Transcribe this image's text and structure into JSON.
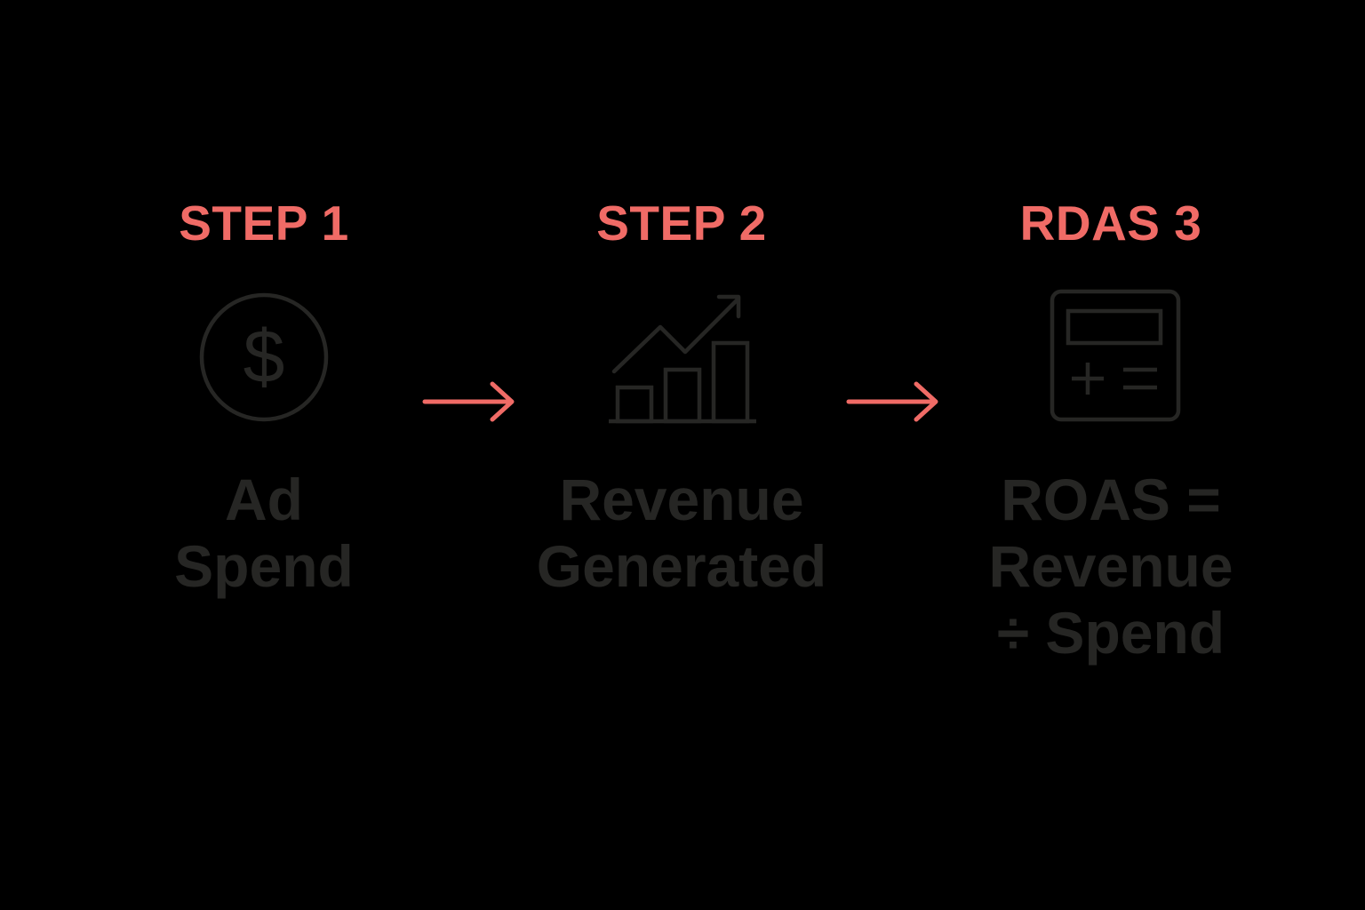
{
  "colors": {
    "background": "#000000",
    "accent": "#F06B66",
    "muted": "#262624"
  },
  "steps": [
    {
      "label": "STEP 1",
      "icon": "dollar-circle-icon",
      "text_lines": [
        "Ad",
        "Spend"
      ]
    },
    {
      "label": "STEP 2",
      "icon": "growth-chart-icon",
      "text_lines": [
        "Revenue",
        "Generated"
      ]
    },
    {
      "label": "RDAS 3",
      "icon": "calculator-icon",
      "text_lines": [
        "ROAS =",
        "Revenue",
        "÷ Spend"
      ]
    }
  ],
  "connectors": [
    {
      "icon": "arrow-right-icon"
    },
    {
      "icon": "arrow-right-icon"
    }
  ],
  "icon_glyphs": {
    "dollar": "$"
  }
}
